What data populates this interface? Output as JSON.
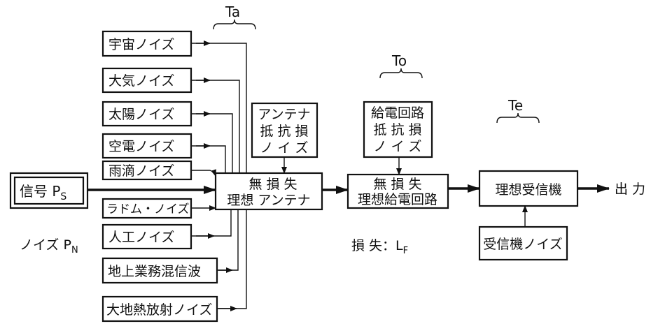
{
  "temperatures": {
    "antenna": "Ta",
    "feed": "To",
    "receiver": "Te"
  },
  "noise_sources": [
    "宇宙ノイズ",
    "大気ノイズ",
    "太陽ノイズ",
    "空電ノイズ",
    "雨滴ノイズ",
    "ラドム・ノイズ",
    "人工ノイズ",
    "地上業務混信波",
    "大地熱放射ノイズ"
  ],
  "signal": {
    "label": "信号",
    "symbol": "P",
    "subscript": "S"
  },
  "noise": {
    "label": "ノイズ",
    "symbol": "P",
    "subscript": "N"
  },
  "antenna": {
    "line1": "無 損 失",
    "line2": "理想 アンテナ"
  },
  "antenna_loss": {
    "line1": "アンテナ",
    "line2": "抵 抗 損",
    "line3": "ノ イ ズ"
  },
  "feed": {
    "line1": "無 損 失",
    "line2": "理想給電回路"
  },
  "feed_loss": {
    "line1": "給電回路",
    "line2": "抵 抗 損",
    "line3": "ノ イ ズ"
  },
  "loss": {
    "label": "損 失：",
    "symbol": "L",
    "subscript": "F"
  },
  "receiver": {
    "label": "理想受信機"
  },
  "receiver_noise": {
    "label": "受信機ノイズ"
  },
  "output": {
    "label": "出 力"
  }
}
